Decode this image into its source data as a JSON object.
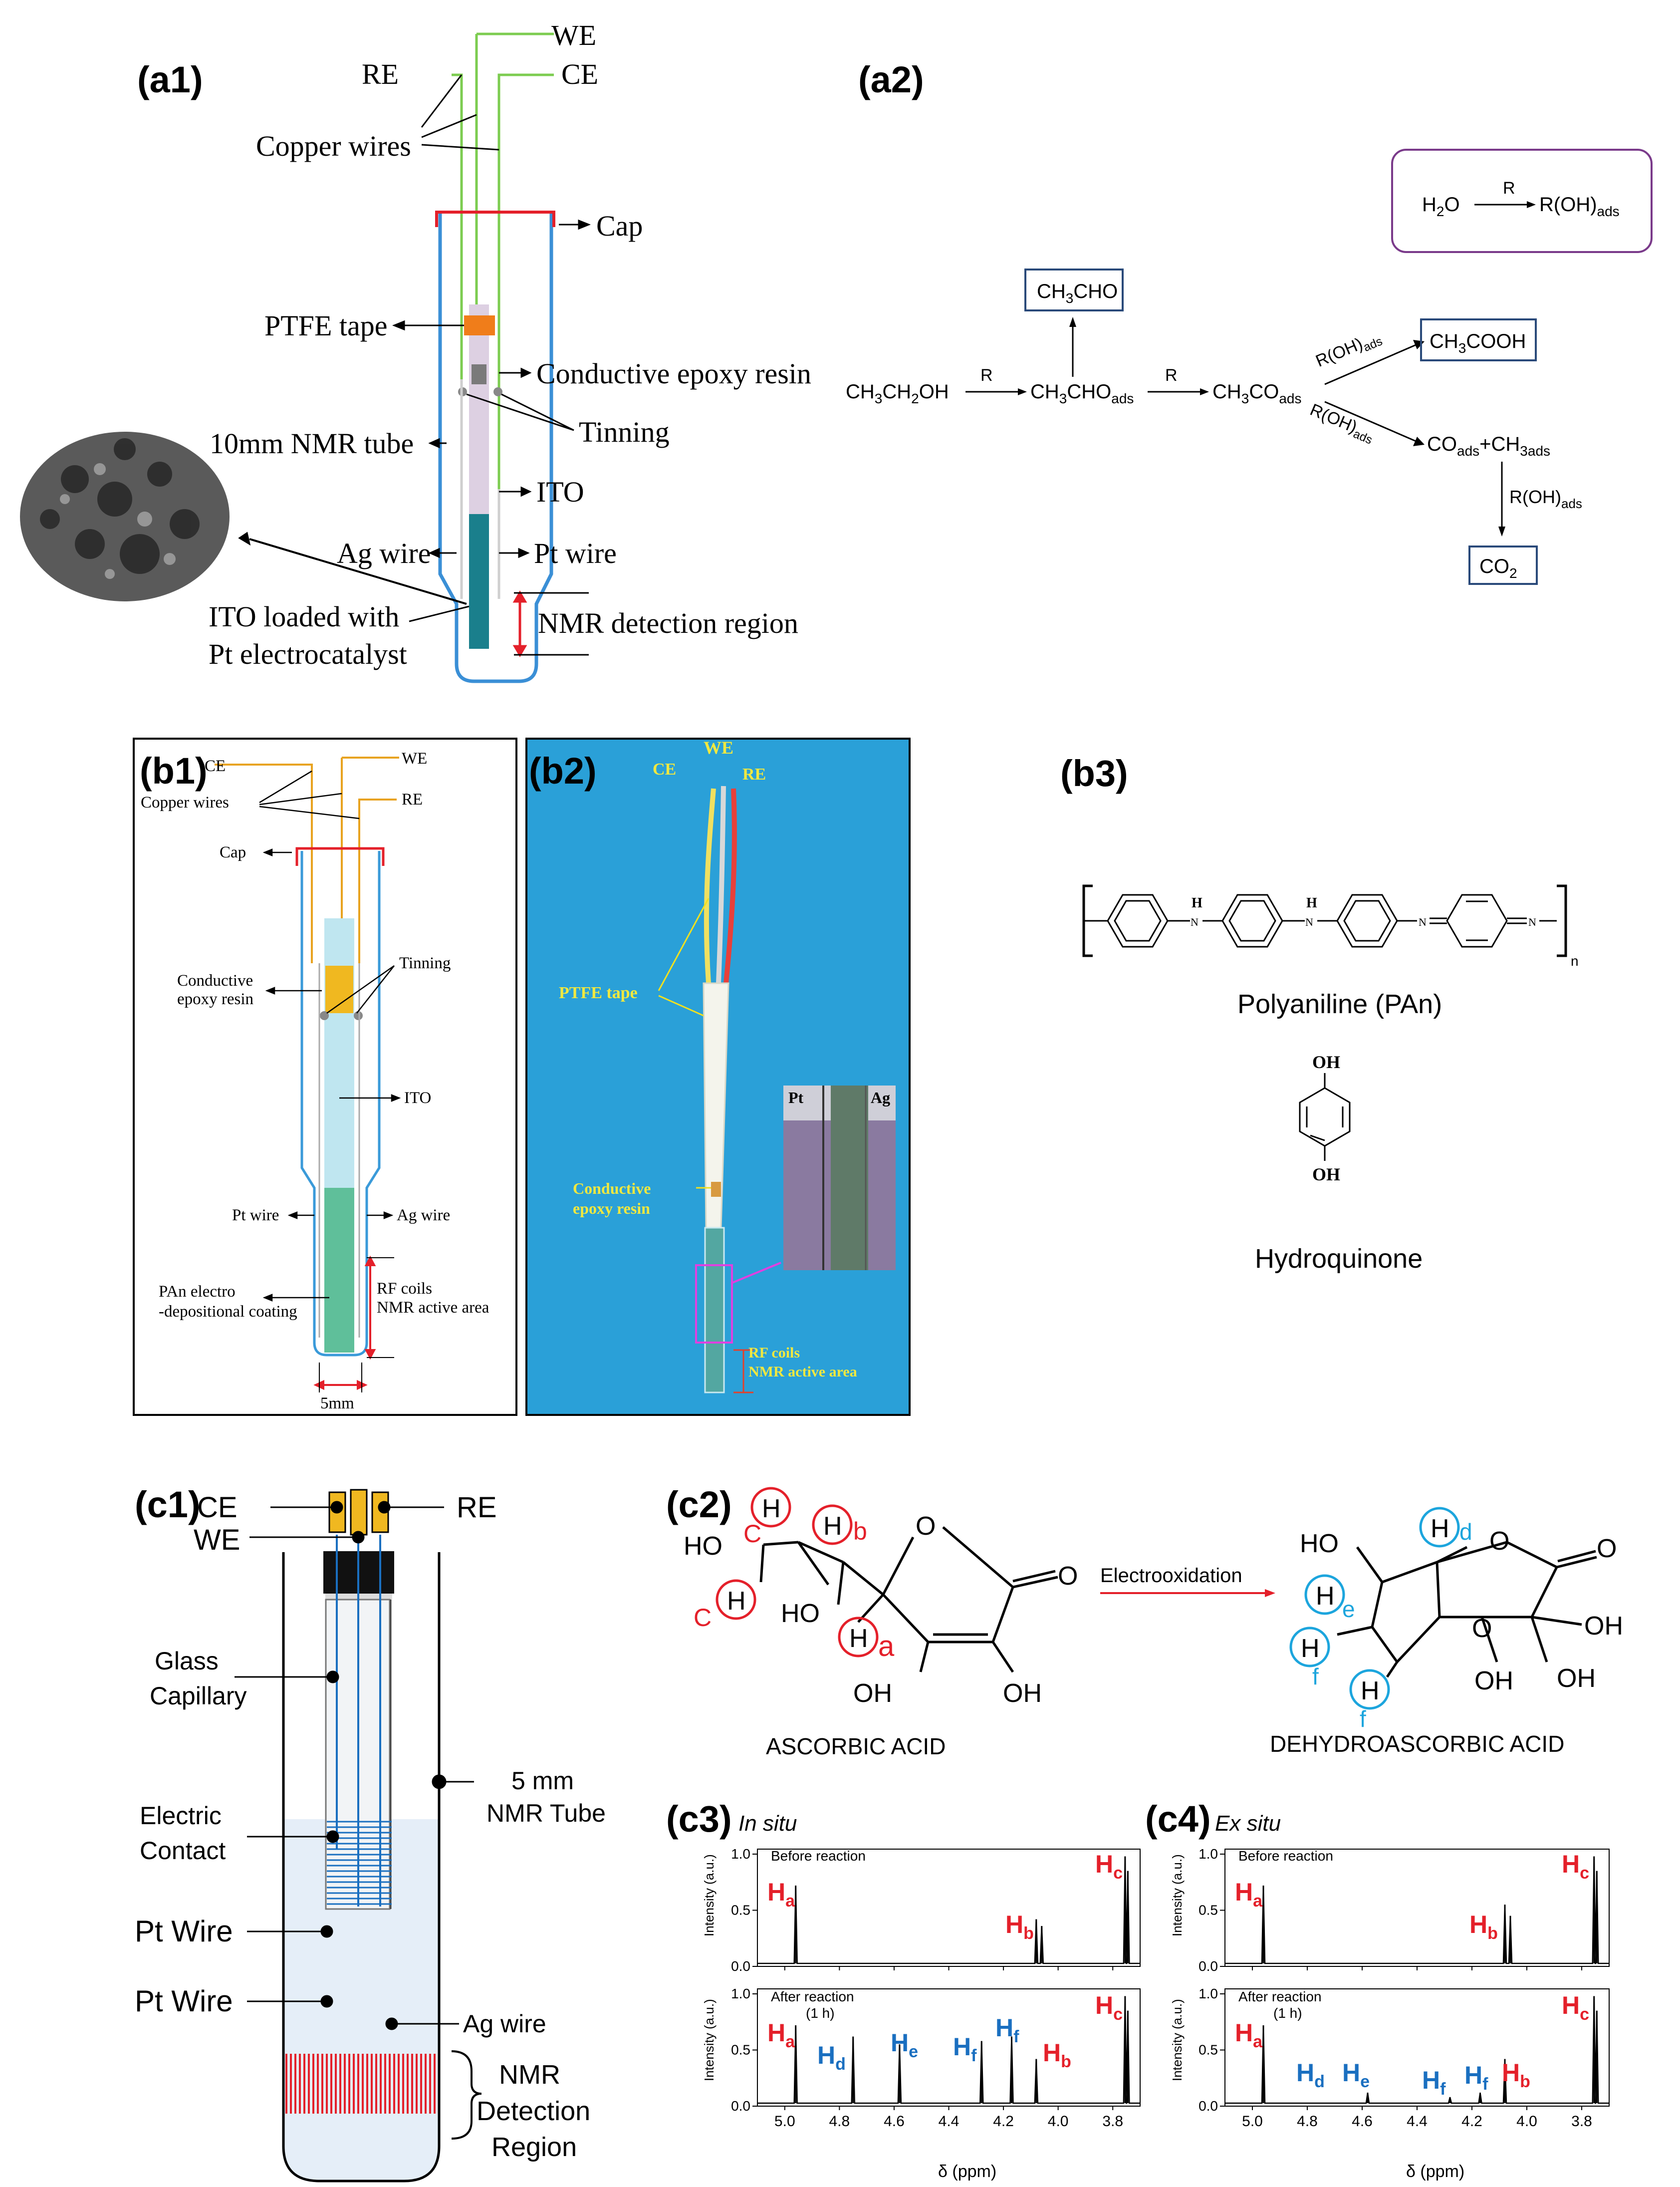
{
  "panels": {
    "a1": "(a1)",
    "a2": "(a2)",
    "b1": "(b1)",
    "b2": "(b2)",
    "b3": "(b3)",
    "c1": "(c1)",
    "c2": "(c2)",
    "c3": "(c3)",
    "c4": "(c4)"
  },
  "a1": {
    "we": "WE",
    "re": "RE",
    "ce": "CE",
    "copper_wires": "Copper wires",
    "cap": "Cap",
    "ptfe_tape": "PTFE tape",
    "conductive_epoxy": "Conductive epoxy resin",
    "tinning": "Tinning",
    "nmr_tube": "10mm NMR tube",
    "ito": "ITO",
    "ag_wire": "Ag wire",
    "pt_wire": "Pt wire",
    "ito_loaded_1": "ITO loaded with",
    "ito_loaded_2": "Pt electrocatalyst",
    "detection_region": "NMR detection region"
  },
  "a2": {
    "box_h2o": "H",
    "box_h2o_sub": "2",
    "box_h2o_o": "O",
    "box_r": "R",
    "box_roh": "R(OH)",
    "box_roh_sub": "ads",
    "ethanol_1": "CH",
    "ethanol_sub1": "3",
    "ethanol_2": "CH",
    "ethanol_sub2": "2",
    "ethanol_3": "OH",
    "r1": "R",
    "ch3cho_ads": "CH",
    "ch3cho_ads_sub1": "3",
    "ch3cho_ads_2": "CHO",
    "ch3cho_ads_sub2": "ads",
    "r2": "R",
    "ch3co_ads": "CH",
    "ch3co_ads_sub1": "3",
    "ch3co_ads_2": "CO",
    "ch3co_ads_sub2": "ads",
    "ch3cho": "CH",
    "ch3cho_sub": "3",
    "ch3cho_2": "CHO",
    "roh_up": "R(OH)",
    "roh_up_sub": "ads",
    "roh_down": "R(OH)",
    "roh_down_sub": "ads",
    "ch3cooh": "CH",
    "ch3cooh_sub": "3",
    "ch3cooh_2": "COOH",
    "co_ads": "CO",
    "co_ads_sub": "ads",
    "plus": "+",
    "ch3_ads": "CH",
    "ch3_ads_sub": "3ads",
    "roh_co2": "R(OH)",
    "roh_co2_sub": "ads",
    "co2": "CO",
    "co2_sub": "2"
  },
  "b1": {
    "ce": "CE",
    "we": "WE",
    "re": "RE",
    "copper_wires": "Copper wires",
    "cap": "Cap",
    "tinning": "Tinning",
    "conductive_1": "Conductive",
    "conductive_2": "epoxy resin",
    "ito": "ITO",
    "pt_wire": "Pt wire",
    "ag_wire": "Ag wire",
    "rf_1": "RF coils",
    "rf_2": "NMR active area",
    "pan_1": "PAn electro",
    "pan_2": "-depositional coating",
    "width": "5mm"
  },
  "b2": {
    "we": "WE",
    "ce": "CE",
    "re": "RE",
    "ptfe_tape": "PTFE tape",
    "conductive_1": "Conductive",
    "conductive_2": "epoxy resin",
    "rf_1": "RF coils",
    "rf_2": "NMR active area",
    "inset_pt": "Pt",
    "inset_ag": "Ag"
  },
  "b3": {
    "pan_name": "Polyaniline (PAn)",
    "h1": "H",
    "n1": "N",
    "h2": "H",
    "n2": "N",
    "n3": "N",
    "n4": "N",
    "sub_n": "n",
    "hq_name": "Hydroquinone",
    "oh_top": "OH",
    "oh_bottom": "OH"
  },
  "c1": {
    "ce": "CE",
    "we": "WE",
    "re": "RE",
    "glass_1": "Glass",
    "glass_2": "Capillary",
    "tube_1": "5 mm",
    "tube_2": "NMR Tube",
    "contact_1": "Electric",
    "contact_2": "Contact",
    "pt1": "Pt Wire",
    "pt2": "Pt Wire",
    "ag": "Ag wire",
    "detect_1": "NMR",
    "detect_2": "Detection",
    "detect_3": "Region"
  },
  "c2": {
    "ho1": "HO",
    "c1": "C",
    "c2": "C",
    "hb": "b",
    "ha": "a",
    "ho2": "HO",
    "oh1": "OH",
    "oh2": "OH",
    "o_ring": "O",
    "o_keto": "O",
    "asc": "ASCORBIC ACID",
    "electro": "Electrooxidation",
    "dho": "HO",
    "dd": "d",
    "de": "e",
    "df1": "f",
    "df2": "f",
    "doh1": "OH",
    "doh2": "OH",
    "doh3": "OH",
    "do_ring1": "O",
    "do_ring2": "O",
    "do_keto": "O",
    "dehydro": "DEHYDROASCORBIC ACID",
    "h": "H"
  },
  "c3": {
    "title": "In situ",
    "before": "Before reaction",
    "after": "After reaction",
    "after_time": "(1 h)",
    "ylabel": "Intensity (a.u.)",
    "xlabel": "δ (ppm)"
  },
  "c4": {
    "title": "Ex situ",
    "before": "Before reaction",
    "after": "After reaction",
    "after_time": "(1 h)",
    "ylabel": "Intensity (a.u.)",
    "xlabel": "δ (ppm)"
  },
  "spectra_labels": {
    "h": "H",
    "a": "a",
    "b": "b",
    "c": "c",
    "d": "d",
    "e": "e",
    "f": "f"
  },
  "colors": {
    "red": "#e4202a",
    "blue": "#1a6fc0",
    "cyan": "#1ca5dd",
    "green_wire": "#7ccc50",
    "tube_blue": "#3a8fd6",
    "teal": "#1a7f8c",
    "orange_wire": "#e8a320",
    "box_navy": "#2a4a7a",
    "purple": "#7a3a8a",
    "photo_bg": "#2aa0d8"
  },
  "chart_data": [
    {
      "type": "line",
      "title": "In situ",
      "xlabel": "δ (ppm)",
      "ylabel": "Intensity (a.u.)",
      "xlim": [
        5.1,
        3.7
      ],
      "ylim": [
        0.0,
        1.0
      ],
      "xticks": [
        5.0,
        4.8,
        4.6,
        4.4,
        4.2,
        4.0,
        3.8
      ],
      "yticks": [
        0.0,
        0.5,
        1.0
      ],
      "series": [
        {
          "name": "Before reaction",
          "peaks": [
            [
              4.96,
              0.72
            ],
            [
              4.08,
              0.42
            ],
            [
              4.06,
              0.36
            ],
            [
              3.755,
              0.98
            ],
            [
              3.745,
              0.85
            ]
          ]
        },
        {
          "name": "After reaction",
          "peaks": [
            [
              4.96,
              0.72
            ],
            [
              4.75,
              0.62
            ],
            [
              4.58,
              0.55
            ],
            [
              4.28,
              0.58
            ],
            [
              4.17,
              0.62
            ],
            [
              4.08,
              0.42
            ],
            [
              3.755,
              0.98
            ],
            [
              3.745,
              0.85
            ]
          ]
        }
      ]
    },
    {
      "type": "line",
      "title": "Ex situ",
      "xlabel": "δ (ppm)",
      "ylabel": "Intensity (a.u.)",
      "xlim": [
        5.1,
        3.7
      ],
      "ylim": [
        0.0,
        1.0
      ],
      "xticks": [
        5.0,
        4.8,
        4.6,
        4.4,
        4.2,
        4.0,
        3.8
      ],
      "yticks": [
        0.0,
        0.5,
        1.0
      ],
      "series": [
        {
          "name": "Before reaction",
          "peaks": [
            [
              4.96,
              0.72
            ],
            [
              4.08,
              0.55
            ],
            [
              4.06,
              0.45
            ],
            [
              3.755,
              0.98
            ],
            [
              3.745,
              0.85
            ]
          ]
        },
        {
          "name": "After reaction",
          "peaks": [
            [
              4.96,
              0.72
            ],
            [
              4.58,
              0.12
            ],
            [
              4.28,
              0.08
            ],
            [
              4.17,
              0.12
            ],
            [
              4.08,
              0.42
            ],
            [
              3.755,
              0.98
            ],
            [
              3.745,
              0.85
            ]
          ]
        }
      ]
    }
  ]
}
